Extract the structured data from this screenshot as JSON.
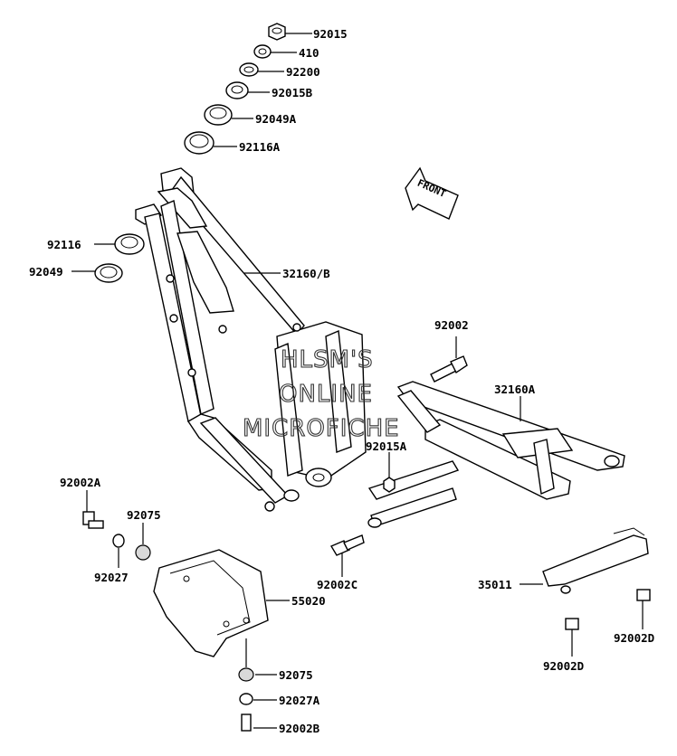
{
  "labels": {
    "l92015": "92015",
    "l410": "410",
    "l92200": "92200",
    "l92015B": "92015B",
    "l92049A": "92049A",
    "l92116A": "92116A",
    "l92116": "92116",
    "l92049": "92049",
    "l32160B": "32160/B",
    "l92002": "92002",
    "l32160A": "32160A",
    "l92015A": "92015A",
    "l92002A": "92002A",
    "l92075top": "92075",
    "l92027": "92027",
    "l55020": "55020",
    "l92002C": "92002C",
    "l35011": "35011",
    "l92002D_left": "92002D",
    "l92002D_right": "92002D",
    "l92075bot": "92075",
    "l92027A": "92027A",
    "l92002B": "92002B"
  },
  "front_arrow": {
    "text": "FRONT"
  },
  "watermark": {
    "line1": "HLSM'S",
    "line2": "ONLINE",
    "line3": "MICROFICHE"
  }
}
